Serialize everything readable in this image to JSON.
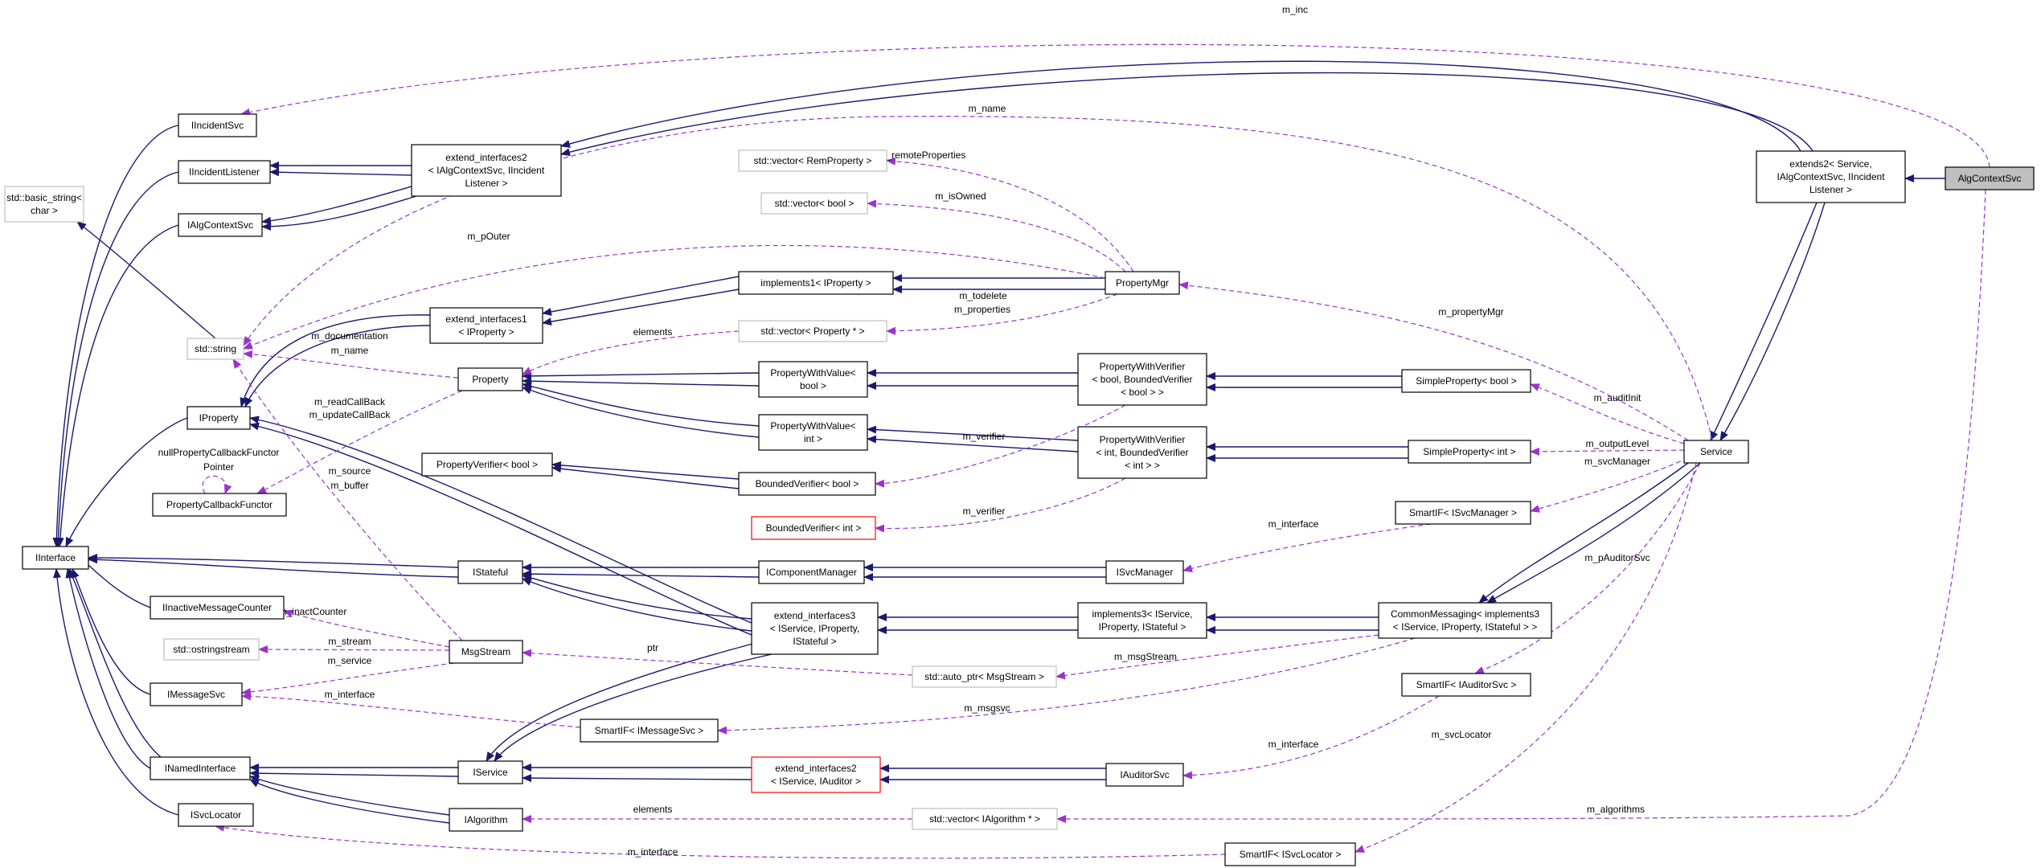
{
  "nodes": [
    {
      "id": "IIncidentSvc",
      "lines": [
        "IIncidentSvc"
      ],
      "style": "normal"
    },
    {
      "id": "IIncidentListener",
      "lines": [
        "IIncidentListener"
      ],
      "style": "normal"
    },
    {
      "id": "IAlgContextSvc",
      "lines": [
        "IAlgContextSvc"
      ],
      "style": "normal"
    },
    {
      "id": "basic_string",
      "lines": [
        "std::basic_string<",
        "char >"
      ],
      "style": "gray"
    },
    {
      "id": "string",
      "lines": [
        "std::string"
      ],
      "style": "gray"
    },
    {
      "id": "IProperty",
      "lines": [
        "IProperty"
      ],
      "style": "normal"
    },
    {
      "id": "PropertyCallbackFunctor",
      "lines": [
        "PropertyCallbackFunctor"
      ],
      "style": "normal"
    },
    {
      "id": "IInterface",
      "lines": [
        "IInterface"
      ],
      "style": "normal"
    },
    {
      "id": "IInactiveMessageCounter",
      "lines": [
        "IInactiveMessageCounter"
      ],
      "style": "normal"
    },
    {
      "id": "ostringstream",
      "lines": [
        "std::ostringstream"
      ],
      "style": "gray"
    },
    {
      "id": "IMessageSvc",
      "lines": [
        "IMessageSvc"
      ],
      "style": "normal"
    },
    {
      "id": "INamedInterface",
      "lines": [
        "INamedInterface"
      ],
      "style": "normal"
    },
    {
      "id": "ISvcLocator",
      "lines": [
        "ISvcLocator"
      ],
      "style": "normal"
    },
    {
      "id": "ext_if2_alg",
      "lines": [
        "extend_interfaces2",
        "< IAlgContextSvc, IIncident",
        "Listener >"
      ],
      "style": "normal"
    },
    {
      "id": "ext_if1",
      "lines": [
        "extend_interfaces1",
        "< IProperty >"
      ],
      "style": "normal"
    },
    {
      "id": "Property",
      "lines": [
        "Property"
      ],
      "style": "normal"
    },
    {
      "id": "PropertyVerifier",
      "lines": [
        "PropertyVerifier< bool >"
      ],
      "style": "normal"
    },
    {
      "id": "IStateful",
      "lines": [
        "IStateful"
      ],
      "style": "normal"
    },
    {
      "id": "MsgStream",
      "lines": [
        "MsgStream"
      ],
      "style": "normal"
    },
    {
      "id": "IService",
      "lines": [
        "IService"
      ],
      "style": "normal"
    },
    {
      "id": "IAlgorithm",
      "lines": [
        "IAlgorithm"
      ],
      "style": "normal"
    },
    {
      "id": "vec_RemProperty",
      "lines": [
        "std::vector< RemProperty >"
      ],
      "style": "gray"
    },
    {
      "id": "vec_bool",
      "lines": [
        "std::vector< bool >"
      ],
      "style": "gray"
    },
    {
      "id": "impl1",
      "lines": [
        "implements1< IProperty >"
      ],
      "style": "normal"
    },
    {
      "id": "vec_Property",
      "lines": [
        "std::vector< Property * >"
      ],
      "style": "gray"
    },
    {
      "id": "PWV_bool",
      "lines": [
        "PropertyWithValue<",
        "bool >"
      ],
      "style": "normal"
    },
    {
      "id": "PWV_int",
      "lines": [
        "PropertyWithValue<",
        "int >"
      ],
      "style": "normal"
    },
    {
      "id": "BV_bool",
      "lines": [
        "BoundedVerifier< bool >"
      ],
      "style": "normal"
    },
    {
      "id": "BV_int",
      "lines": [
        "BoundedVerifier< int >"
      ],
      "style": "red"
    },
    {
      "id": "IComponentManager",
      "lines": [
        "IComponentManager"
      ],
      "style": "normal"
    },
    {
      "id": "ext_if3",
      "lines": [
        "extend_interfaces3",
        "< IService, IProperty,",
        "IStateful >"
      ],
      "style": "normal"
    },
    {
      "id": "auto_ptr",
      "lines": [
        "std::auto_ptr< MsgStream >"
      ],
      "style": "gray"
    },
    {
      "id": "SmartIF_IMessageSvc",
      "lines": [
        "SmartIF< IMessageSvc >"
      ],
      "style": "normal"
    },
    {
      "id": "ext_if2_aud",
      "lines": [
        "extend_interfaces2",
        "< IService, IAuditor >"
      ],
      "style": "red"
    },
    {
      "id": "vec_IAlgorithm",
      "lines": [
        "std::vector< IAlgorithm * >"
      ],
      "style": "gray"
    },
    {
      "id": "PropertyMgr",
      "lines": [
        "PropertyMgr"
      ],
      "style": "normal"
    },
    {
      "id": "PWVer_bool",
      "lines": [
        "PropertyWithVerifier",
        "< bool, BoundedVerifier",
        "< bool > >"
      ],
      "style": "normal"
    },
    {
      "id": "PWVer_int",
      "lines": [
        "PropertyWithVerifier",
        "< int, BoundedVerifier",
        "< int > >"
      ],
      "style": "normal"
    },
    {
      "id": "ISvcManager",
      "lines": [
        "ISvcManager"
      ],
      "style": "normal"
    },
    {
      "id": "impl3",
      "lines": [
        "implements3< IService,",
        "IProperty, IStateful >"
      ],
      "style": "normal"
    },
    {
      "id": "IAuditorSvc",
      "lines": [
        "IAuditorSvc"
      ],
      "style": "normal"
    },
    {
      "id": "SmartIF_ISvcLocator",
      "lines": [
        "SmartIF< ISvcLocator >"
      ],
      "style": "normal"
    },
    {
      "id": "SimpleProperty_bool",
      "lines": [
        "SimpleProperty< bool >"
      ],
      "style": "normal"
    },
    {
      "id": "SimpleProperty_int",
      "lines": [
        "SimpleProperty< int >"
      ],
      "style": "normal"
    },
    {
      "id": "SmartIF_ISvcManager",
      "lines": [
        "SmartIF< ISvcManager >"
      ],
      "style": "normal"
    },
    {
      "id": "CommonMessaging",
      "lines": [
        "CommonMessaging< implements3",
        "< IService, IProperty, IStateful > >"
      ],
      "style": "normal"
    },
    {
      "id": "SmartIF_IAuditorSvc",
      "lines": [
        "SmartIF< IAuditorSvc >"
      ],
      "style": "normal"
    },
    {
      "id": "Service",
      "lines": [
        "Service"
      ],
      "style": "normal"
    },
    {
      "id": "extends2",
      "lines": [
        "extends2< Service,",
        "IAlgContextSvc, IIncident",
        "Listener >"
      ],
      "style": "normal"
    },
    {
      "id": "AlgContextSvc",
      "lines": [
        "AlgContextSvc"
      ],
      "style": "focus"
    }
  ],
  "edge_labels": [
    {
      "id": "m_inc",
      "text": "m_inc"
    },
    {
      "id": "m_name_top",
      "text": "m_name"
    },
    {
      "id": "m_remoteProperties",
      "text": "m_remoteProperties"
    },
    {
      "id": "m_isOwned",
      "text": "m_isOwned"
    },
    {
      "id": "m_pOuter",
      "text": "m_pOuter"
    },
    {
      "id": "m_todelete",
      "text": "m_todelete"
    },
    {
      "id": "m_properties",
      "text": "m_properties"
    },
    {
      "id": "m_propertyMgr",
      "text": "m_propertyMgr"
    },
    {
      "id": "elements_prop",
      "text": "elements"
    },
    {
      "id": "m_documentation",
      "text": "m_documentation"
    },
    {
      "id": "m_name_prop",
      "text": "m_name"
    },
    {
      "id": "m_readCallBack",
      "text": "m_readCallBack"
    },
    {
      "id": "m_updateCallBack",
      "text": "m_updateCallBack"
    },
    {
      "id": "nullPropertyCallbackFunctor",
      "text": "nullPropertyCallbackFunctor"
    },
    {
      "id": "Pointer",
      "text": "Pointer"
    },
    {
      "id": "m_verifier_bool",
      "text": "m_verifier"
    },
    {
      "id": "m_auditInit",
      "text": "m_auditInit"
    },
    {
      "id": "m_outputLevel",
      "text": "m_outputLevel"
    },
    {
      "id": "m_svcManager",
      "text": "m_svcManager"
    },
    {
      "id": "m_source",
      "text": "m_source"
    },
    {
      "id": "m_buffer",
      "text": "m_buffer"
    },
    {
      "id": "m_verifier_int",
      "text": "m_verifier"
    },
    {
      "id": "m_interface_svcmgr",
      "text": "m_interface"
    },
    {
      "id": "m_pAuditorSvc",
      "text": "m_pAuditorSvc"
    },
    {
      "id": "m_inactCounter",
      "text": "m_inactCounter"
    },
    {
      "id": "m_stream",
      "text": "m_stream"
    },
    {
      "id": "m_service",
      "text": "m_service"
    },
    {
      "id": "ptr",
      "text": "ptr"
    },
    {
      "id": "m_msgStream",
      "text": "m_msgStream"
    },
    {
      "id": "m_interface_msg",
      "text": "m_interface"
    },
    {
      "id": "m_msgsvc",
      "text": "m_msgsvc"
    },
    {
      "id": "m_svcLocator",
      "text": "m_svcLocator"
    },
    {
      "id": "m_interface_aud",
      "text": "m_interface"
    },
    {
      "id": "elements_alg",
      "text": "elements"
    },
    {
      "id": "m_algorithms",
      "text": "m_algorithms"
    },
    {
      "id": "m_interface_loc",
      "text": "m_interface"
    }
  ],
  "colors": {
    "inheritance": "#191970",
    "usage": "#9a32cd",
    "node_border": "#000000",
    "gray_border": "#bfbfbf",
    "red_border": "#ff0000",
    "focus_fill": "#bfbfbf"
  }
}
